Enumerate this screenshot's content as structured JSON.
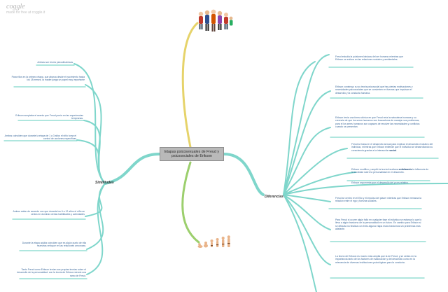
{
  "brand": {
    "name": "coggle",
    "subtitle": "made for free at coggle.it"
  },
  "central_topic": "Etapas psicosexuales de Freud y psicosociales de Erikson",
  "branches": {
    "left_label": "Similitudes",
    "right_label": "Diferencias"
  },
  "similitudes": [
    {
      "text": "Ambas son teoría psicodinámicas."
    },
    {
      "text": "Para ellos en la primera etapa, que abarca desde el nacimiento hasta los 18 meses, la madre juega un papel muy importante"
    },
    {
      "text": "Erikson aceptaba el acento que Freud ponía en las experiencias tempranas."
    },
    {
      "text": "Ambos coinciden que durante la etapa de 1 a 3 años el niño toma el control de acciones específicas"
    },
    {
      "text": "Ambos están de acuerdo con que durante los 6 a 12 años el niño se centra en dominar ciertas habilidades y actividades"
    },
    {
      "text": "Durante la etapa adulta coinciden que es algún punto de ella muestras enfoque en las relaciones amorosas."
    },
    {
      "text": "Tanto Freud como Erikson tenían sus propias teorías sobre el desarrollo de la personalidad: con la teoría de Erikson siendo una ramo de Freud."
    }
  ],
  "diferencias": [
    {
      "text": "Freud estudia la pulsiones básicas del ser humano mientras que Erikson se enfoca en las relaciones sociales y ambientales."
    },
    {
      "text": "Erikson construyo su su teoría psicosocial que hay ciertas motivaciones y necesidades psicosociales que se convierten en fuerzas que impulsan el desarrollo y la conducta humana."
    },
    {
      "text": "Erikson tenía una forma clínica en que Freud veía la naturaleza humana y su creencia de que los seres humanos son buscadores de manejar sus problemas, para el los seres humanos son capaces de resolver las necesidades y conflictos cuando se presentan."
    },
    {
      "pre": "Freud se basa en el desarrollo sexual para explicar el desarrollo evolutivo del individuo, mientras que Erikson entiende que el individuo se desarrollando su consciencia gracias a la interacción ",
      "bold": "social",
      "post": "."
    },
    {
      "pre": "Erikson modifico y amplió la teoría freudiana ",
      "bold": "enfatizando",
      "post": " la influencia de la sociedad sobre la personalidad en el desarrollo."
    },
    {
      "text": "Erikson argumenta que el desarrollo del yo es relativo."
    },
    {
      "text": "Freud se centró en el Ello y el impulso del placer mientras que Erikson remarca la relación entre el ego y fuerzas sociales."
    },
    {
      "text": "Para Freud si ocurre algún fallo en cualquier fase el individuo se estanca lo que lo lleva a algún trastorno de la personalidad en un futuro. En cambio para Erikson si se dificulta no finaliza con éxito alguna etapa estos trastornos sin problemas más adelante."
    },
    {
      "text": "La teoría de Erikson es mucho más amplia que la de Freud, y se centra en la importancia tanto de los factores de maduración y del desarrollo como en la relevancia de diversas instituciones psicológicas para la conducta."
    }
  ],
  "colors": {
    "branch": "#7fd6cb",
    "top_branch": "#e6d36a",
    "bottom_branch": "#9ccf6d",
    "central_fill": "#b9b9b9",
    "note_text": "#3d6a9c"
  },
  "illustrations": [
    {
      "name": "family-group-illustration"
    },
    {
      "name": "child-growth-stages-illustration"
    }
  ]
}
